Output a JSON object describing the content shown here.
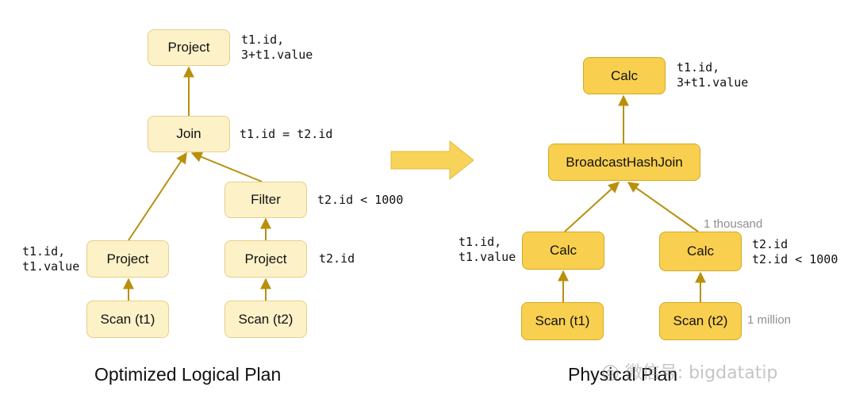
{
  "logical_plan": {
    "caption": "Optimized Logical Plan",
    "nodes": {
      "project_top": "Project",
      "join": "Join",
      "filter": "Filter",
      "project_t1": "Project",
      "project_t2": "Project",
      "scan_t1": "Scan (t1)",
      "scan_t2": "Scan (t2)"
    },
    "annotations": {
      "project_top": [
        "t1.id,",
        "3+t1.value"
      ],
      "join": [
        "t1.id = t2.id"
      ],
      "filter": [
        "t2.id < 1000"
      ],
      "project_t1": [
        "t1.id,",
        "t1.value"
      ],
      "project_t2": [
        "t2.id"
      ]
    }
  },
  "physical_plan": {
    "caption": "Physical Plan",
    "nodes": {
      "calc_top": "Calc",
      "broadcast_join": "BroadcastHashJoin",
      "calc_t1": "Calc",
      "calc_t2": "Calc",
      "scan_t1": "Scan (t1)",
      "scan_t2": "Scan (t2)"
    },
    "annotations": {
      "calc_top": [
        "t1.id,",
        "3+t1.value"
      ],
      "calc_t1": [
        "t1.id,",
        "t1.value"
      ],
      "calc_t2": [
        "t2.id",
        "t2.id < 1000"
      ]
    },
    "sizes": {
      "calc_t2": "1 thousand",
      "scan_t2": "1 million"
    }
  },
  "watermark": "微信号: bigdatatip",
  "colors": {
    "logical_fill": "#fdf1c8",
    "physical_fill": "#f9cf4f",
    "edge": "#b8900c",
    "arrow": "#f8d35a"
  }
}
